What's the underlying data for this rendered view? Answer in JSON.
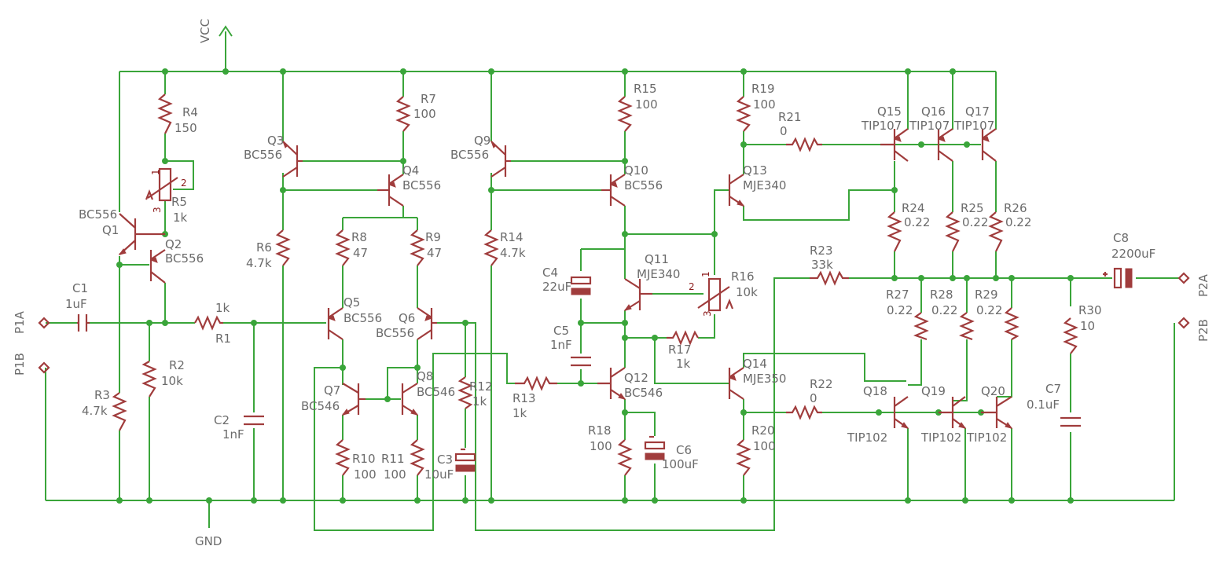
{
  "nets": {
    "vcc": "VCC",
    "gnd": "GND"
  },
  "connectors": {
    "p1a": "P1A",
    "p1b": "P1B",
    "p2a": "P2A",
    "p2b": "P2B"
  },
  "resistors": {
    "r1": {
      "ref": "R1",
      "val": "1k"
    },
    "r2": {
      "ref": "R2",
      "val": "10k"
    },
    "r3": {
      "ref": "R3",
      "val": "4.7k"
    },
    "r4": {
      "ref": "R4",
      "val": "150"
    },
    "r5": {
      "ref": "R5",
      "val": "1k"
    },
    "r6": {
      "ref": "R6",
      "val": "4.7k"
    },
    "r7": {
      "ref": "R7",
      "val": "100"
    },
    "r8": {
      "ref": "R8",
      "val": "47"
    },
    "r9": {
      "ref": "R9",
      "val": "47"
    },
    "r10": {
      "ref": "R10",
      "val": "100"
    },
    "r11": {
      "ref": "R11",
      "val": "100"
    },
    "r12": {
      "ref": "R12",
      "val": "1k"
    },
    "r13": {
      "ref": "R13",
      "val": "1k"
    },
    "r14": {
      "ref": "R14",
      "val": "4.7k"
    },
    "r15": {
      "ref": "R15",
      "val": "100"
    },
    "r16": {
      "ref": "R16",
      "val": "10k"
    },
    "r17": {
      "ref": "R17",
      "val": "1k"
    },
    "r18": {
      "ref": "R18",
      "val": "100"
    },
    "r19": {
      "ref": "R19",
      "val": "100"
    },
    "r20": {
      "ref": "R20",
      "val": "100"
    },
    "r21": {
      "ref": "R21",
      "val": "0"
    },
    "r22": {
      "ref": "R22",
      "val": "0"
    },
    "r23": {
      "ref": "R23",
      "val": "33k"
    },
    "r24": {
      "ref": "R24",
      "val": "0.22"
    },
    "r25": {
      "ref": "R25",
      "val": "0.22"
    },
    "r26": {
      "ref": "R26",
      "val": "0.22"
    },
    "r27": {
      "ref": "R27",
      "val": "0.22"
    },
    "r28": {
      "ref": "R28",
      "val": "0.22"
    },
    "r29": {
      "ref": "R29",
      "val": "0.22"
    },
    "r30": {
      "ref": "R30",
      "val": "10"
    }
  },
  "capacitors": {
    "c1": {
      "ref": "C1",
      "val": "1uF"
    },
    "c2": {
      "ref": "C2",
      "val": "1nF"
    },
    "c3": {
      "ref": "C3",
      "val": "10uF"
    },
    "c4": {
      "ref": "C4",
      "val": "22uF"
    },
    "c5": {
      "ref": "C5",
      "val": "1nF"
    },
    "c6": {
      "ref": "C6",
      "val": "100uF"
    },
    "c7": {
      "ref": "C7",
      "val": "0.1uF"
    },
    "c8": {
      "ref": "C8",
      "val": "2200uF"
    }
  },
  "transistors": {
    "q1": {
      "ref": "Q1",
      "val": "BC556"
    },
    "q2": {
      "ref": "Q2",
      "val": "BC556"
    },
    "q3": {
      "ref": "Q3",
      "val": "BC556"
    },
    "q4": {
      "ref": "Q4",
      "val": "BC556"
    },
    "q5": {
      "ref": "Q5",
      "val": "BC556"
    },
    "q6": {
      "ref": "Q6",
      "val": "BC556"
    },
    "q7": {
      "ref": "Q7",
      "val": "BC546"
    },
    "q8": {
      "ref": "Q8",
      "val": "BC546"
    },
    "q9": {
      "ref": "Q9",
      "val": "BC556"
    },
    "q10": {
      "ref": "Q10",
      "val": "BC556"
    },
    "q11": {
      "ref": "Q11",
      "val": "MJE340"
    },
    "q12": {
      "ref": "Q12",
      "val": "BC546"
    },
    "q13": {
      "ref": "Q13",
      "val": "MJE340"
    },
    "q14": {
      "ref": "Q14",
      "val": "MJE350"
    },
    "q15": {
      "ref": "Q15",
      "val": "TIP107"
    },
    "q16": {
      "ref": "Q16",
      "val": "TIP107"
    },
    "q17": {
      "ref": "Q17",
      "val": "TIP107"
    },
    "q18": {
      "ref": "Q18",
      "val": "TIP102"
    },
    "q19": {
      "ref": "Q19",
      "val": "TIP102"
    },
    "q20": {
      "ref": "Q20",
      "val": "TIP102"
    }
  },
  "pot_pins": {
    "p1": "1",
    "p2": "2",
    "p3": "3"
  }
}
